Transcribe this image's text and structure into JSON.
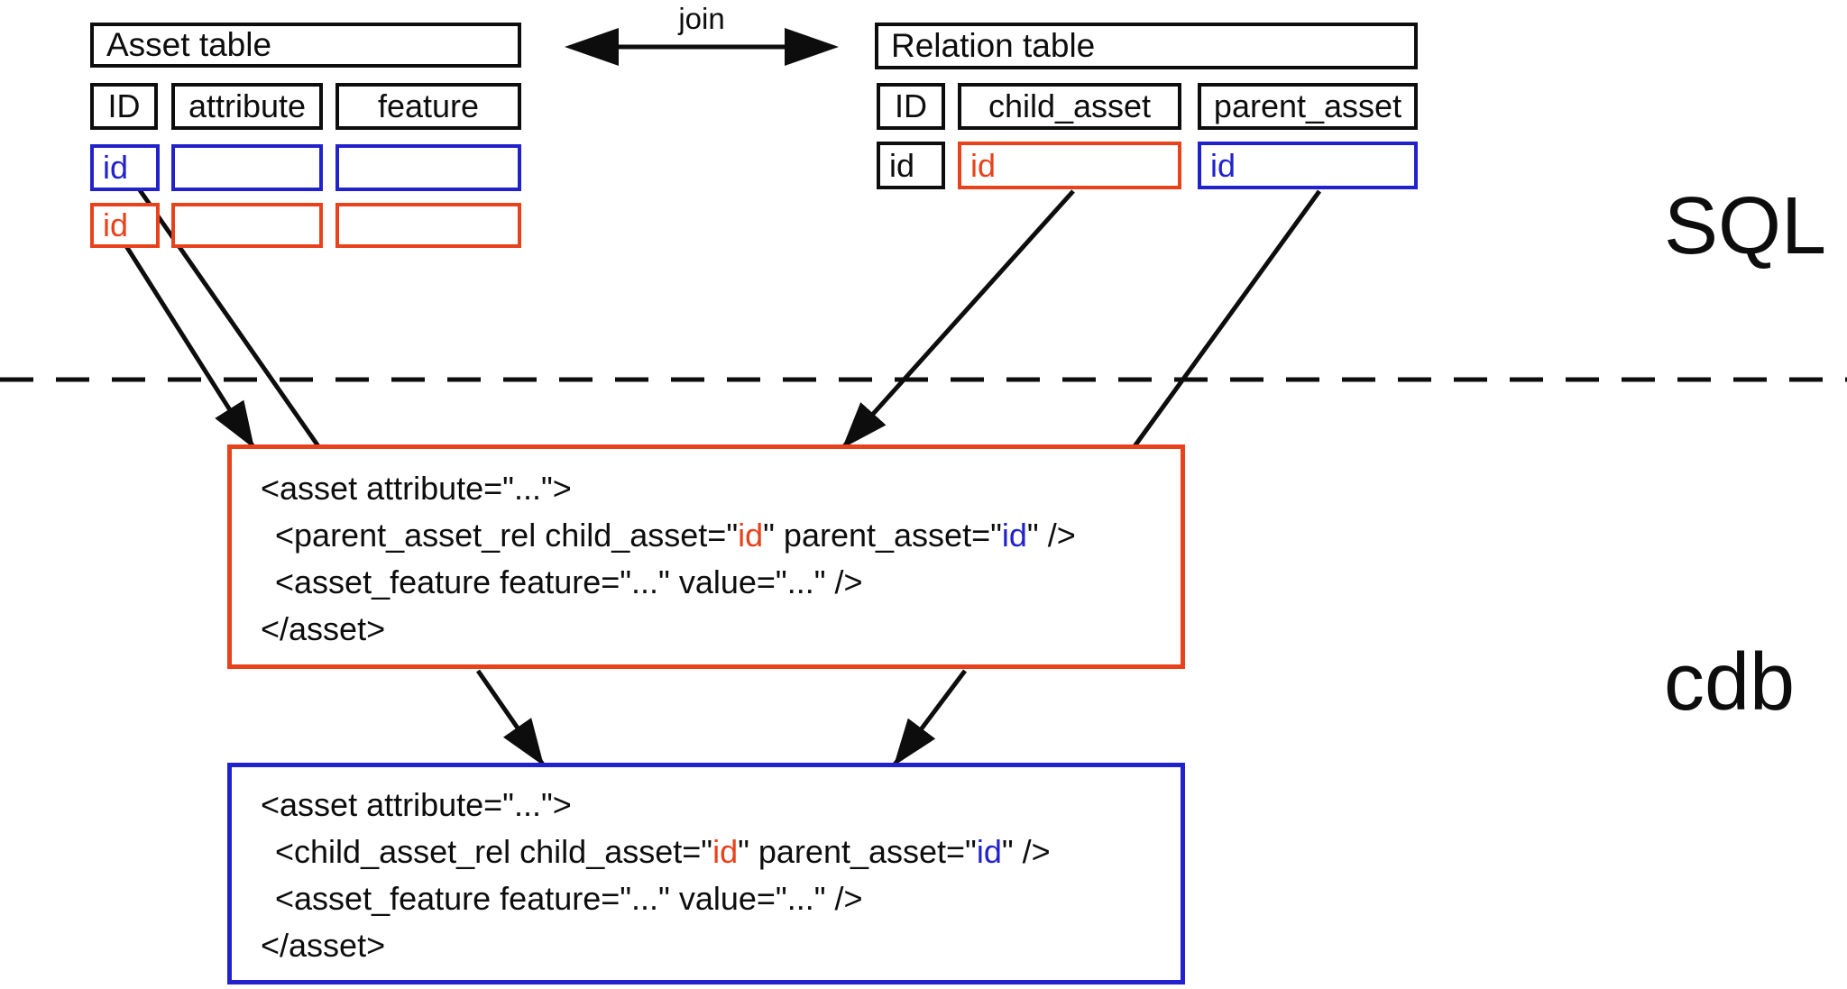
{
  "labels": {
    "join": "join",
    "sql": "SQL",
    "cdb": "cdb"
  },
  "asset_table": {
    "title": "Asset table",
    "columns": [
      "ID",
      "attribute",
      "feature"
    ],
    "rows": [
      {
        "id": "id",
        "attribute": "",
        "feature": "",
        "color": "blue"
      },
      {
        "id": "id",
        "attribute": "",
        "feature": "",
        "color": "red"
      }
    ]
  },
  "relation_table": {
    "title": "Relation table",
    "columns": [
      "ID",
      "child_asset",
      "parent_asset"
    ],
    "row": {
      "id": "id",
      "child_asset_id": "id",
      "parent_asset_id": "id"
    }
  },
  "parent_rel_box": {
    "open_tag": "<asset attribute=\"...\">",
    "rel_pre": "<parent_asset_rel child_asset=\"",
    "rel_child_id": "id",
    "rel_mid": "\" parent_asset=\"",
    "rel_parent_id": "id",
    "rel_post": "\" />",
    "feature_line": "<asset_feature feature=\"...\" value=\"...\" />",
    "close_tag": "</asset>"
  },
  "child_rel_box": {
    "open_tag": "<asset attribute=\"...\">",
    "rel_pre": "<child_asset_rel child_asset=\"",
    "rel_child_id": "id",
    "rel_mid": "\" parent_asset=\"",
    "rel_parent_id": "id",
    "rel_post": "\" />",
    "feature_line": "<asset_feature feature=\"...\" value=\"...\" />",
    "close_tag": "</asset>"
  },
  "colors": {
    "red": "#e8421c",
    "blue": "#2222cc",
    "black": "#0d0d0d"
  }
}
